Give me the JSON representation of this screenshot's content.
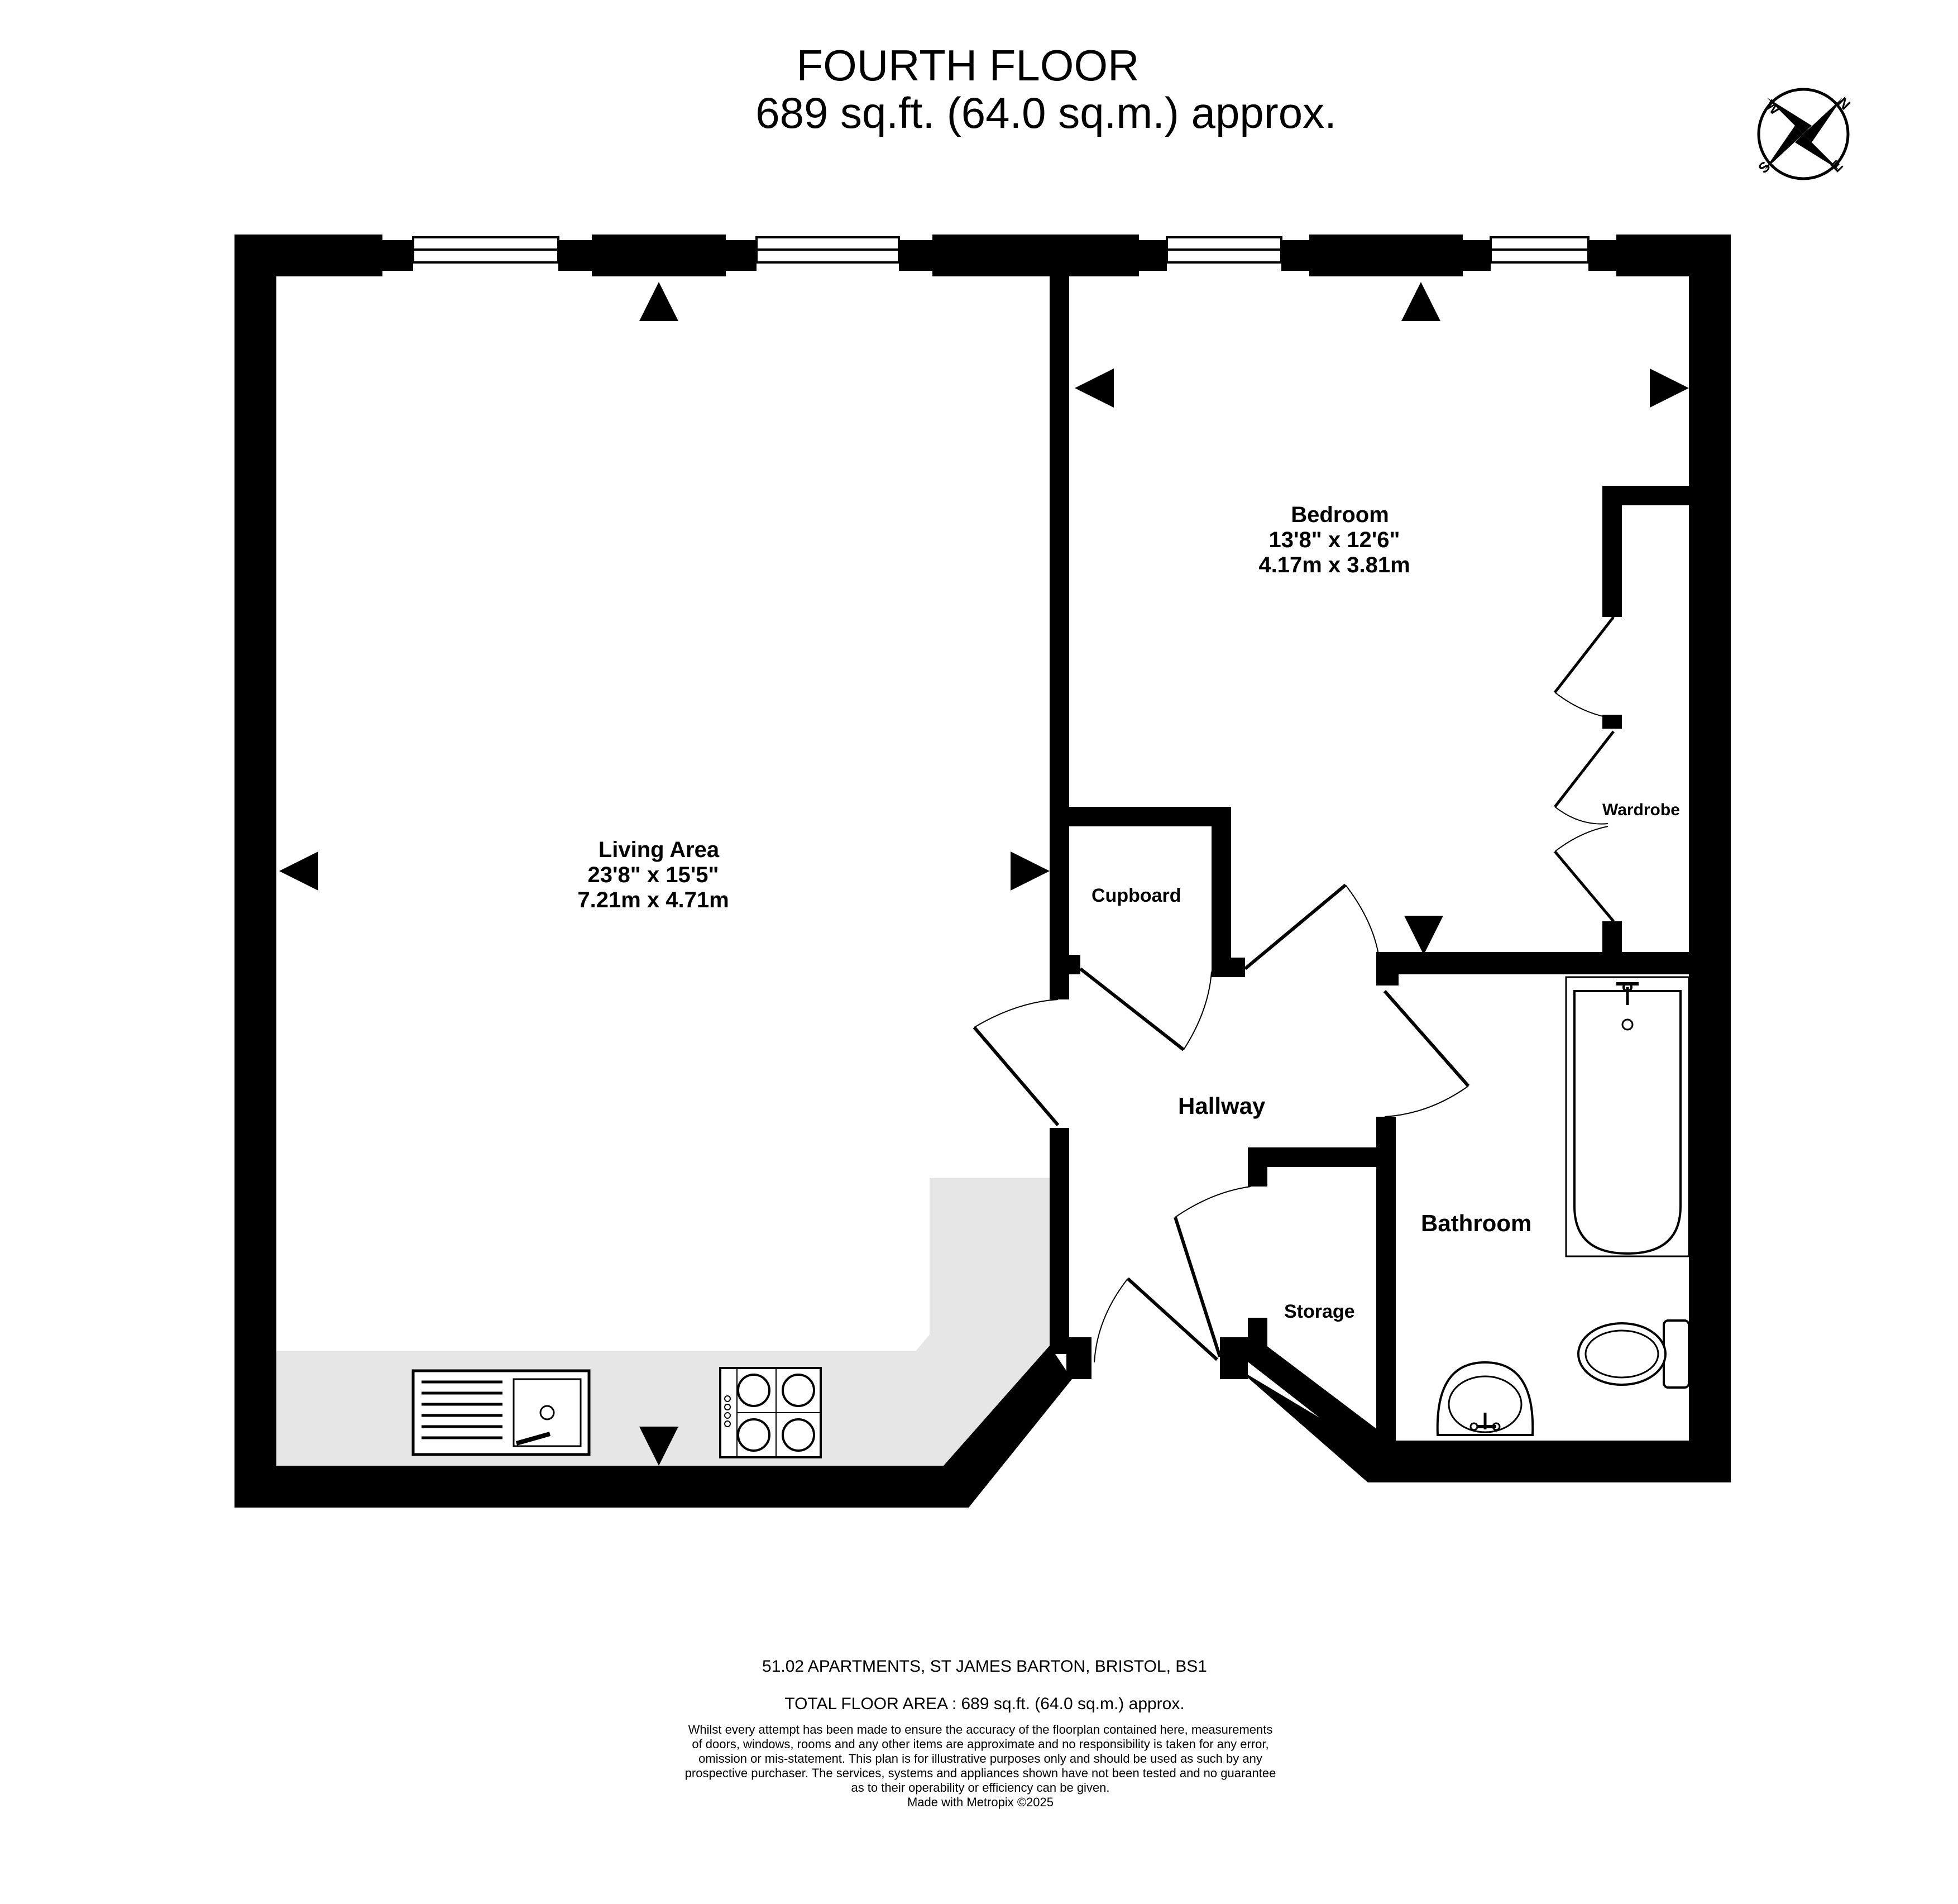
{
  "header": {
    "floor_title": "FOURTH FLOOR",
    "floor_area": "689 sq.ft. (64.0 sq.m.) approx."
  },
  "compass": {
    "n": "N",
    "e": "E",
    "s": "S",
    "w": "W"
  },
  "rooms": {
    "living_area": {
      "name": "Living Area",
      "imperial": "23'8\"  x 15'5\"",
      "metric": "7.21m  x 4.71m"
    },
    "bedroom": {
      "name": "Bedroom",
      "imperial": "13'8\"  x 12'6\"",
      "metric": "4.17m  x 3.81m"
    },
    "cupboard": {
      "name": "Cupboard"
    },
    "wardrobe": {
      "name": "Wardrobe"
    },
    "hallway": {
      "name": "Hallway"
    },
    "bathroom": {
      "name": "Bathroom"
    },
    "storage": {
      "name": "Storage"
    }
  },
  "footer": {
    "address": "51.02 APARTMENTS, ST JAMES BARTON, BRISTOL, BS1",
    "total_area": "TOTAL FLOOR AREA : 689 sq.ft. (64.0 sq.m.) approx.",
    "disclaimer_lines": [
      "Whilst every attempt has been made to ensure the accuracy of the floorplan contained here, measurements",
      "of doors, windows, rooms and any other items are approximate and no responsibility is taken for any error,",
      "omission or mis-statement. This plan is for illustrative purposes only and should be used as such by any",
      "prospective purchaser. The services, systems and appliances shown have not been tested and no guarantee",
      "as to their operability or efficiency can be given."
    ],
    "credit": "Made with Metropix ©2025"
  },
  "colors": {
    "wall": "#000000",
    "kitchen_counter": "#e6e6e6",
    "window_glass": "#cfcfcf"
  }
}
